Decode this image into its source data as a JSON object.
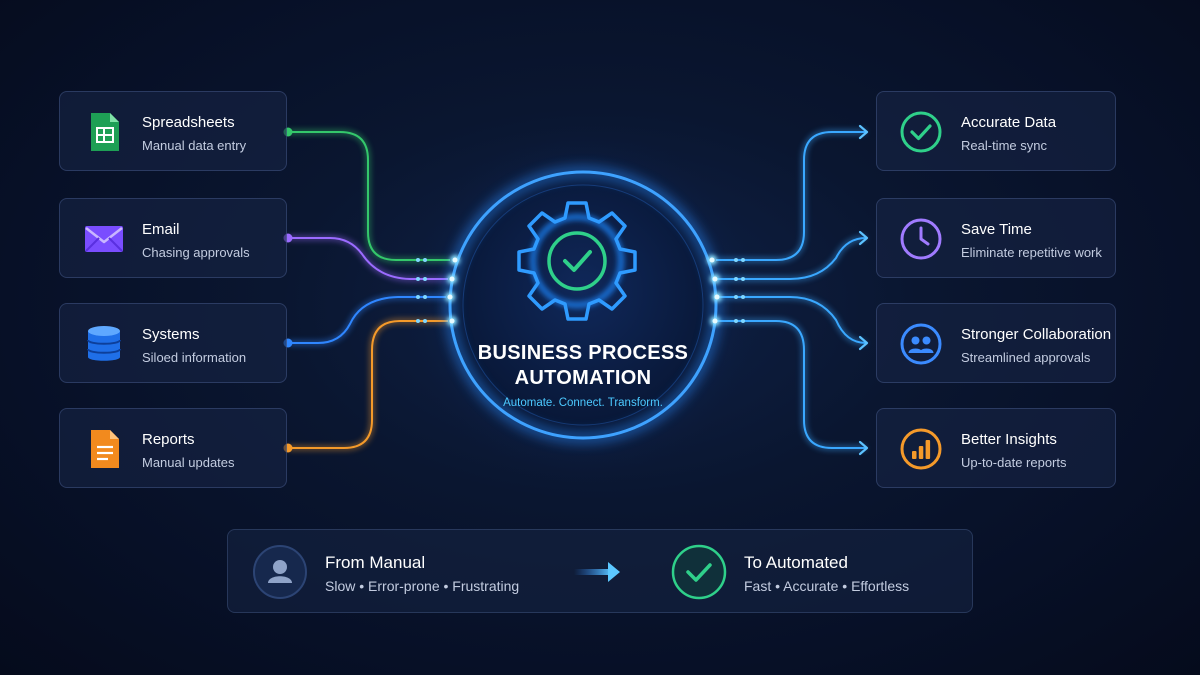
{
  "inputs": [
    {
      "title": "Spreadsheets",
      "subtitle": "Manual data entry",
      "icon": "spreadsheet-icon",
      "color": "#34c76b"
    },
    {
      "title": "Email",
      "subtitle": "Chasing approvals",
      "icon": "email-icon",
      "color": "#9b6bff"
    },
    {
      "title": "Systems",
      "subtitle": "Siloed information",
      "icon": "database-icon",
      "color": "#2f86ff"
    },
    {
      "title": "Reports",
      "subtitle": "Manual updates",
      "icon": "report-icon",
      "color": "#f59a2a"
    }
  ],
  "outputs": [
    {
      "title": "Accurate Data",
      "subtitle": "Real-time sync",
      "icon": "check-circle-icon",
      "color": "#2fd08a"
    },
    {
      "title": "Save Time",
      "subtitle": "Eliminate repetitive work",
      "icon": "clock-icon",
      "color": "#a07bff"
    },
    {
      "title": "Stronger Collaboration",
      "subtitle": "Streamlined approvals",
      "icon": "team-icon",
      "color": "#3b8bff"
    },
    {
      "title": "Better Insights",
      "subtitle": "Up-to-date reports",
      "icon": "bar-chart-icon",
      "color": "#f59a2a"
    }
  ],
  "hub": {
    "title_line1": "BUSINESS PROCESS",
    "title_line2": "AUTOMATION",
    "tagline": "Automate. Connect. Transform.",
    "icon": "gear-check-icon",
    "ring_color": "#2a8dff",
    "accent_color": "#2fd08a"
  },
  "transition": {
    "from_title": "From Manual",
    "from_subtitle": "Slow • Error-prone • Frustrating",
    "from_icon": "user-icon",
    "to_title": "To Automated",
    "to_subtitle": "Fast • Accurate • Effortless",
    "to_icon": "check-circle-icon",
    "arrow_icon": "arrow-right-icon"
  }
}
